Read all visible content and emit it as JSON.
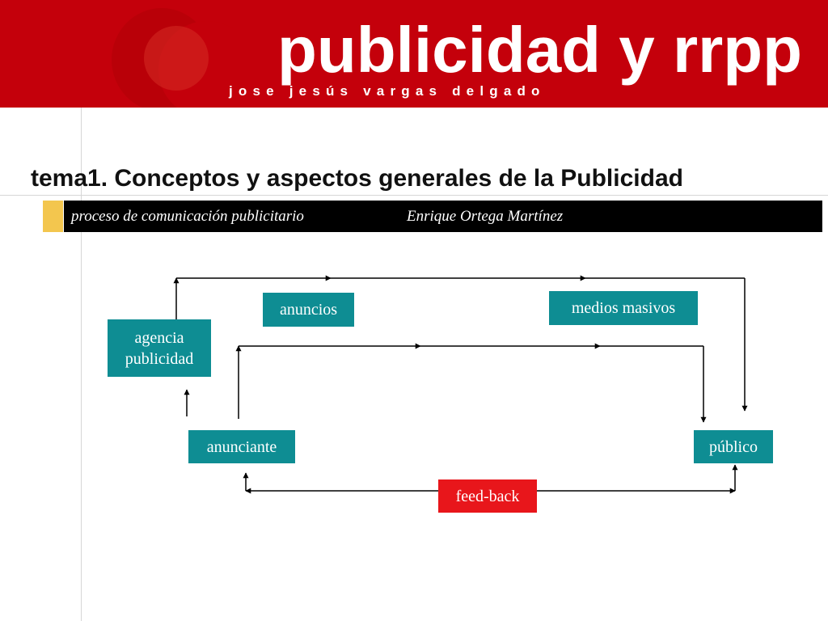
{
  "header": {
    "title": "publicidad y rrpp",
    "subtitle": "jose jesús vargas delgado"
  },
  "slide": {
    "title": "tema1. Conceptos y aspectos generales de la Publicidad",
    "topic": "proceso de comunicación publicitario",
    "author": "Enrique Ortega Martínez"
  },
  "diagram": {
    "nodes": {
      "agencia": "agencia publicidad",
      "anuncios": "anuncios",
      "medios": "medios masivos",
      "anunciante": "anunciante",
      "publico": "público",
      "feedback": "feed-back"
    }
  },
  "colors": {
    "banner": "#c4000b",
    "node_teal": "#0e8d93",
    "node_red": "#e8161b",
    "accent_yellow": "#f3c64e",
    "subtitle_bar": "#000000"
  }
}
